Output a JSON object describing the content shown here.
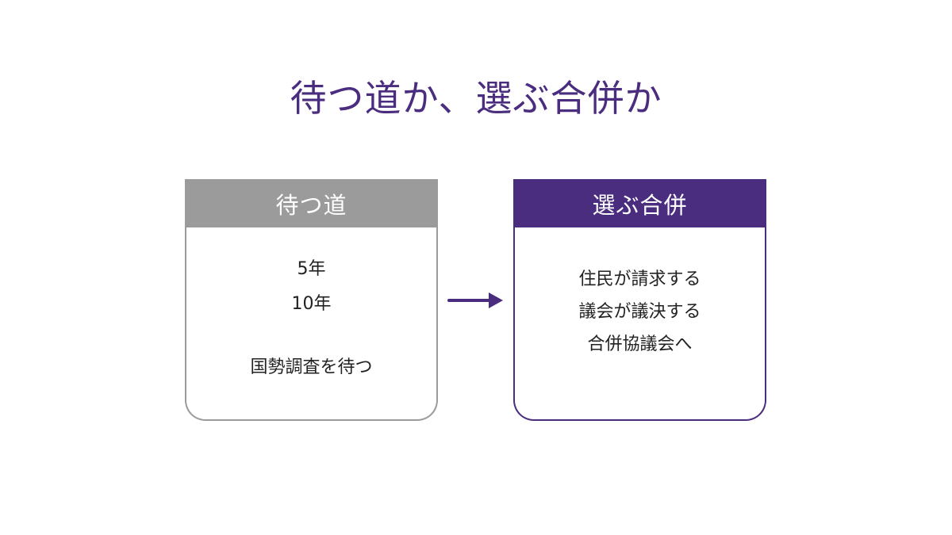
{
  "title": "待つ道か、選ぶ合併か",
  "colors": {
    "accent": "#4a2d7f",
    "gray": "#9b9b9b"
  },
  "wait_card": {
    "header": "待つ道",
    "lines": [
      "5年",
      "10年",
      "国勢調査を待つ"
    ]
  },
  "merge_card": {
    "header": "選ぶ合併",
    "lines": [
      "住民が請求する",
      "議会が議決する",
      "合併協議会へ"
    ]
  },
  "arrow": {
    "icon": "right-arrow-icon",
    "from": "wait_card",
    "to": "merge_card"
  }
}
